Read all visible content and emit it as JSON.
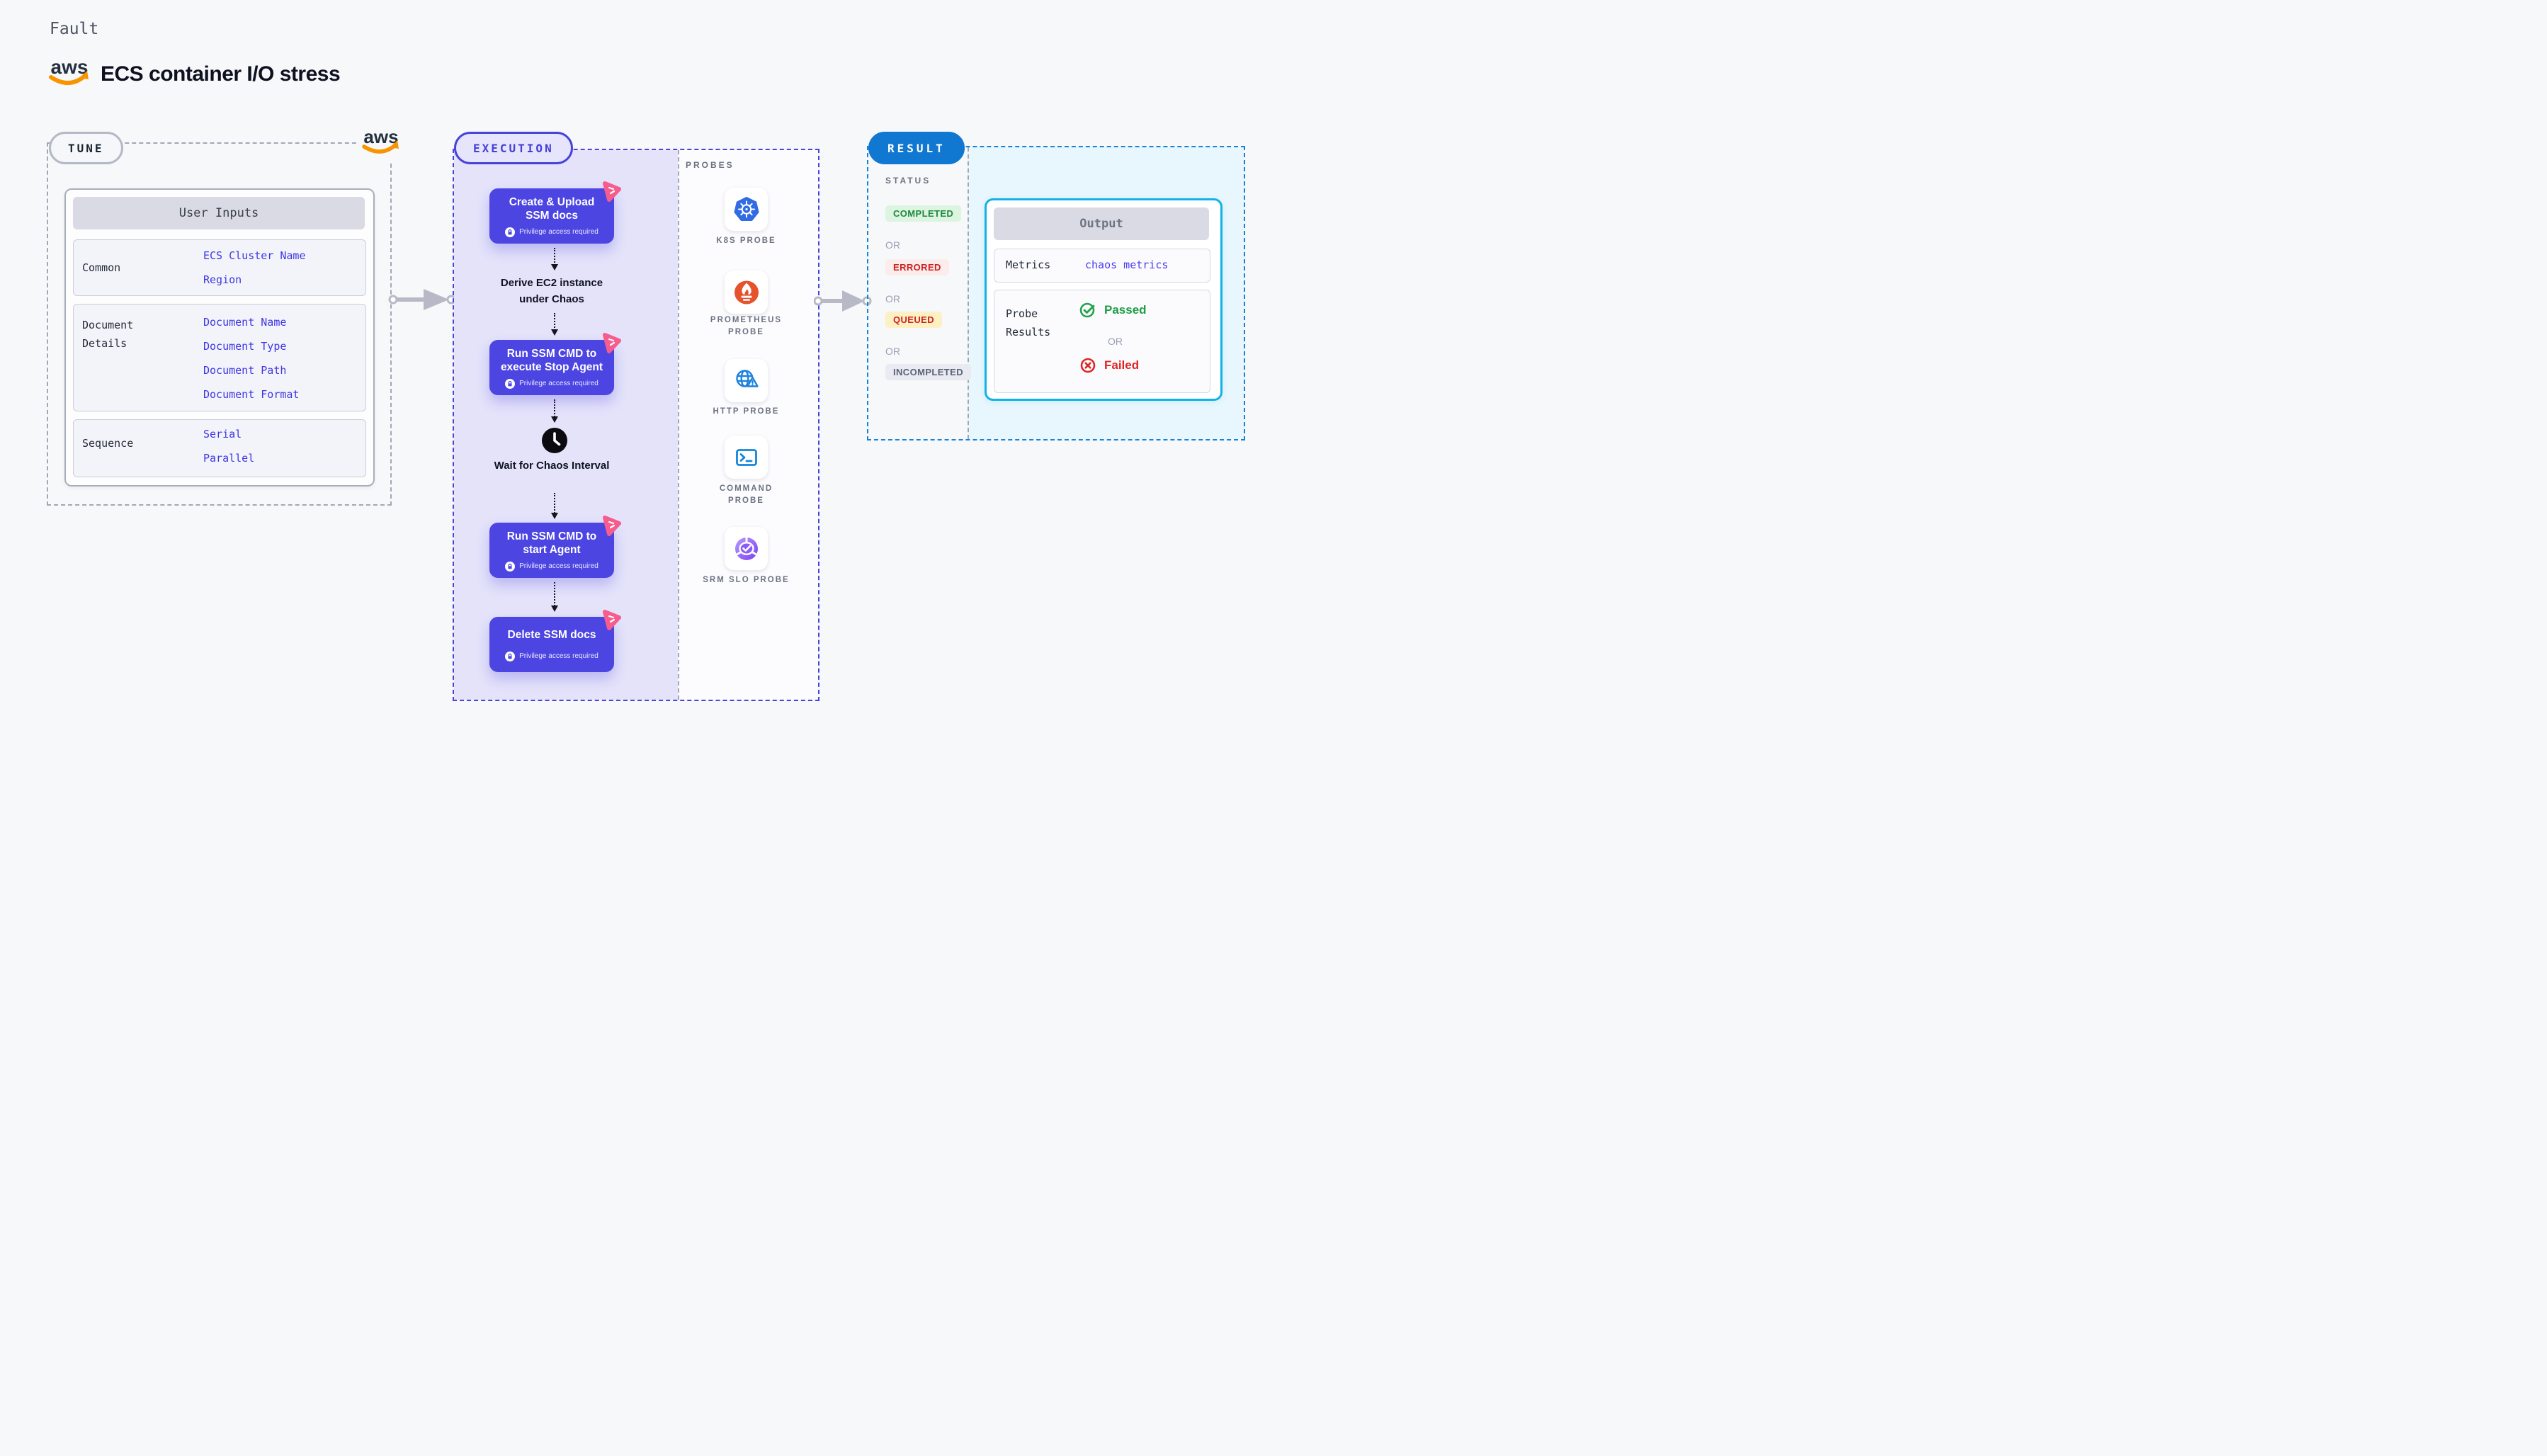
{
  "header": {
    "kicker": "Fault",
    "title": "ECS container I/O stress",
    "aws_logo_text": "aws"
  },
  "tune": {
    "label": "TUNE",
    "aws_logo_text": "aws",
    "user_inputs": {
      "title": "User Inputs",
      "rows": [
        {
          "label": "Common",
          "values": [
            "ECS Cluster Name",
            "Region"
          ]
        },
        {
          "label": "Document Details",
          "values": [
            "Document Name",
            "Document Type",
            "Document Path",
            "Document Format"
          ]
        },
        {
          "label": "Sequence",
          "values": [
            "Serial",
            "Parallel"
          ]
        }
      ]
    }
  },
  "execution": {
    "label": "EXECUTION",
    "privilege_note": "Privilege access required",
    "nodes": [
      "Create & Upload SSM docs",
      "Run SSM CMD to execute Stop Agent",
      "Run SSM CMD to start Agent",
      "Delete SSM docs"
    ],
    "steps": {
      "derive": "Derive EC2 instance under Chaos",
      "wait": "Wait for Chaos Interval"
    }
  },
  "probes": {
    "label": "PROBES",
    "items": [
      "K8S PROBE",
      "PROMETHEUS PROBE",
      "HTTP PROBE",
      "COMMAND PROBE",
      "SRM SLO PROBE"
    ]
  },
  "result": {
    "label": "RESULT",
    "status_heading": "STATUS",
    "or": "OR",
    "statuses": [
      "COMPLETED",
      "ERRORED",
      "QUEUED",
      "INCOMPLETED"
    ],
    "output": {
      "title": "Output",
      "metrics_label": "Metrics",
      "metrics_value": "chaos metrics",
      "probe_results_label": "Probe Results",
      "passed": "Passed",
      "or": "OR",
      "failed": "Failed"
    }
  },
  "colors": {
    "accent_indigo": "#4c45e2",
    "accent_pink": "#f65c8e",
    "tune_border_gray": "#a2a8b3",
    "execution_border": "#4843da",
    "execution_bg": "#e4e3fa",
    "result_pill_blue": "#1178d2",
    "result_border_blue": "#1583d8",
    "output_border_cyan": "#12b2e8",
    "output_bg_cyan": "#e8f6fd",
    "value_blue": "#3f36e4",
    "passed_green": "#1d9e46",
    "failed_red": "#dc2626",
    "completed_green": "#1d8a3f",
    "errored_red": "#cc2222",
    "queued_yellow_bg": "#fdf0c2",
    "k8s_blue": "#326ce5",
    "prometheus_orange": "#e6522c",
    "http_blue": "#1d82dd",
    "srm_purple": "#8a5cf5",
    "aws_orange": "#f79400"
  }
}
